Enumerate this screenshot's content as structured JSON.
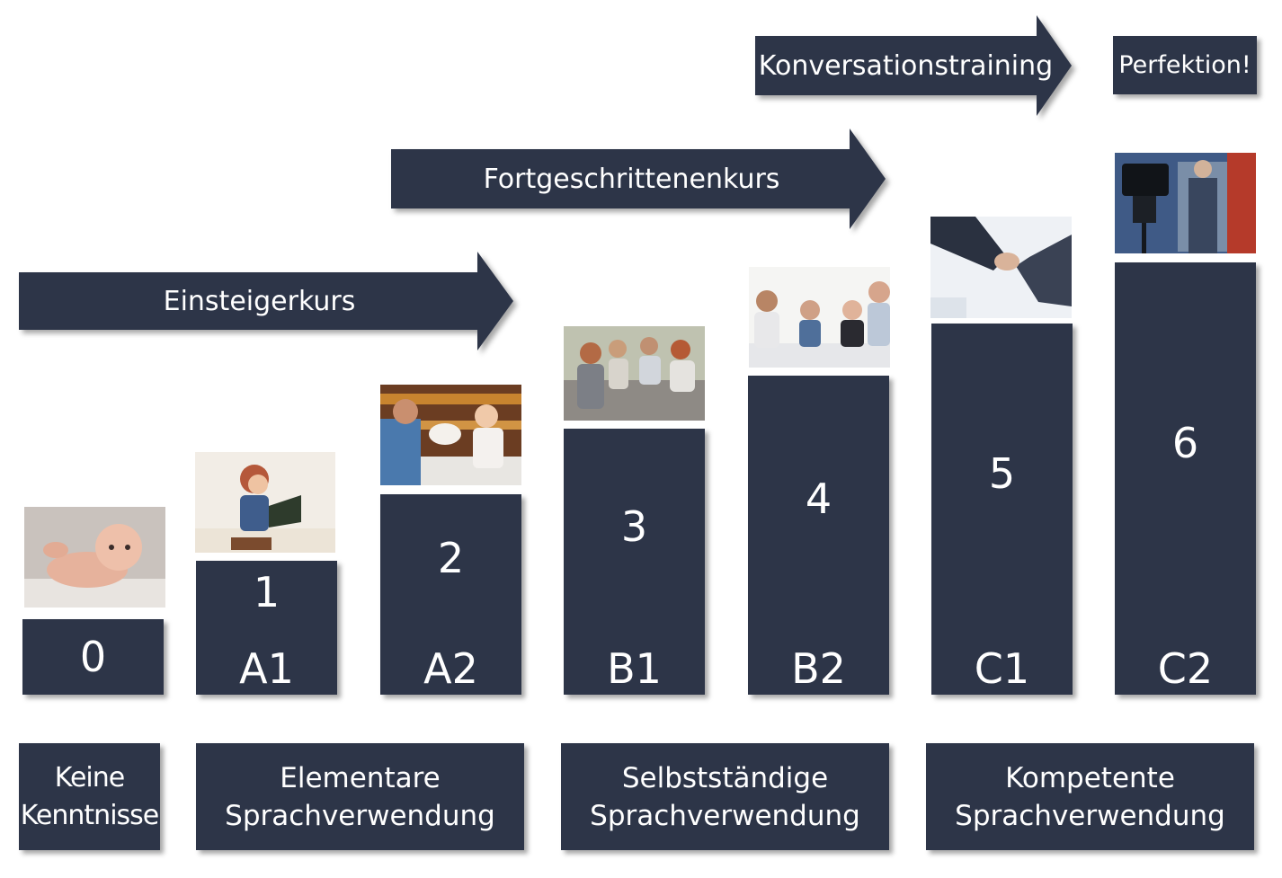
{
  "arrows": [
    {
      "id": "einsteiger",
      "label": "Einsteigerkurs"
    },
    {
      "id": "fortgeschritten",
      "label": "Fortgeschrittenenkurs"
    },
    {
      "id": "konversation",
      "label": "Konversationstraining"
    }
  ],
  "perfektion": "Perfektion!",
  "levels": [
    {
      "number": "0",
      "code": "",
      "photo": "baby-photo"
    },
    {
      "number": "1",
      "code": "A1",
      "photo": "child-reading-photo"
    },
    {
      "number": "2",
      "code": "A2",
      "photo": "bakery-photo"
    },
    {
      "number": "3",
      "code": "B1",
      "photo": "friends-talking-photo"
    },
    {
      "number": "4",
      "code": "B2",
      "photo": "business-meeting-photo"
    },
    {
      "number": "5",
      "code": "C1",
      "photo": "handshake-photo"
    },
    {
      "number": "6",
      "code": "C2",
      "photo": "tv-camera-interview-photo"
    }
  ],
  "categories": [
    {
      "line1": "Keine",
      "line2": "Kenntnisse"
    },
    {
      "line1": "Elementare",
      "line2": "Sprachverwendung"
    },
    {
      "line1": "Selbstständige",
      "line2": "Sprachverwendung"
    },
    {
      "line1": "Kompetente",
      "line2": "Sprachverwendung"
    }
  ],
  "colors": {
    "navy": "#2d3548",
    "text": "#ffffff"
  }
}
